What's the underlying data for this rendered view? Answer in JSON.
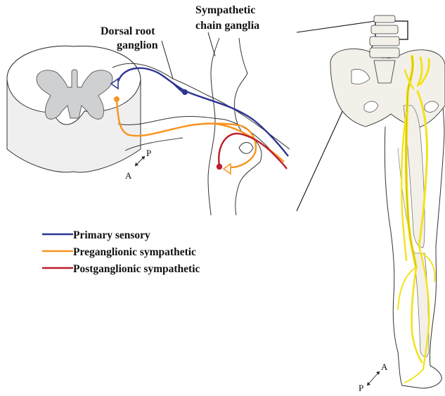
{
  "labels": {
    "drg_line1": "Dorsal root",
    "drg_line2": "ganglion",
    "scg_line1": "Sympathetic",
    "scg_line2": "chain ganglia"
  },
  "legend": [
    {
      "label": "Primary sensory",
      "color": "#2d3593"
    },
    {
      "label": "Preganglionic sympathetic",
      "color": "#f7941d"
    },
    {
      "label": "Postganglionic sympathetic",
      "color": "#be1e2d"
    }
  ],
  "orientation_left": {
    "p": "P",
    "a": "A"
  },
  "orientation_right": {
    "a": "A",
    "p": "P"
  },
  "colors": {
    "sensory": "#2d3593",
    "preganglionic": "#f7941d",
    "postganglionic": "#be1e2d",
    "nerve": "#f2e31b",
    "bone": "#f3f0ea",
    "grey_matter": "#cfd0d2"
  }
}
